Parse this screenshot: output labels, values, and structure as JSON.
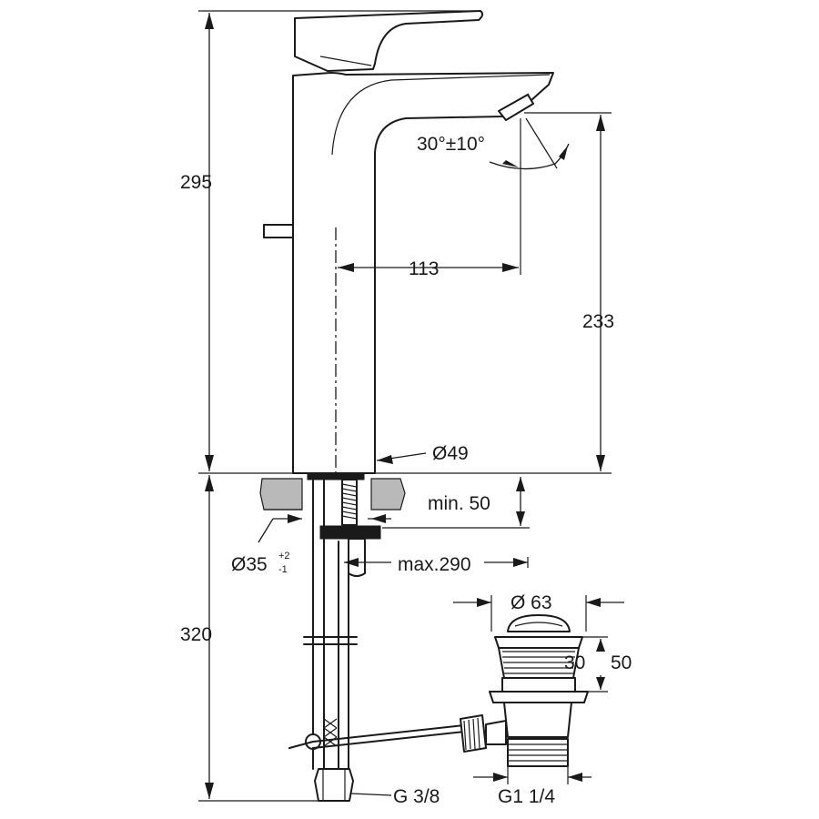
{
  "dimensions": {
    "total_height_above_counter": "295",
    "spout_height": "233",
    "spout_reach": "113",
    "aerator_angle": "30°±10°",
    "body_diameter": "Ø49",
    "counter_thickness": "min. 50",
    "hole_diameter": "Ø35",
    "hole_tolerance_upper": "+2",
    "hole_tolerance_lower": "-1",
    "rod_length": "max.290",
    "below_counter_length": "320",
    "waste_diameter": "Ø 63",
    "waste_adjust_min": "30",
    "waste_adjust_max": "50",
    "supply_thread": "G 3/8",
    "waste_thread": "G1 1/4"
  },
  "colors": {
    "line": "#1a1a1a",
    "counter_fill": "#b9b9b9",
    "background": "#ffffff"
  }
}
